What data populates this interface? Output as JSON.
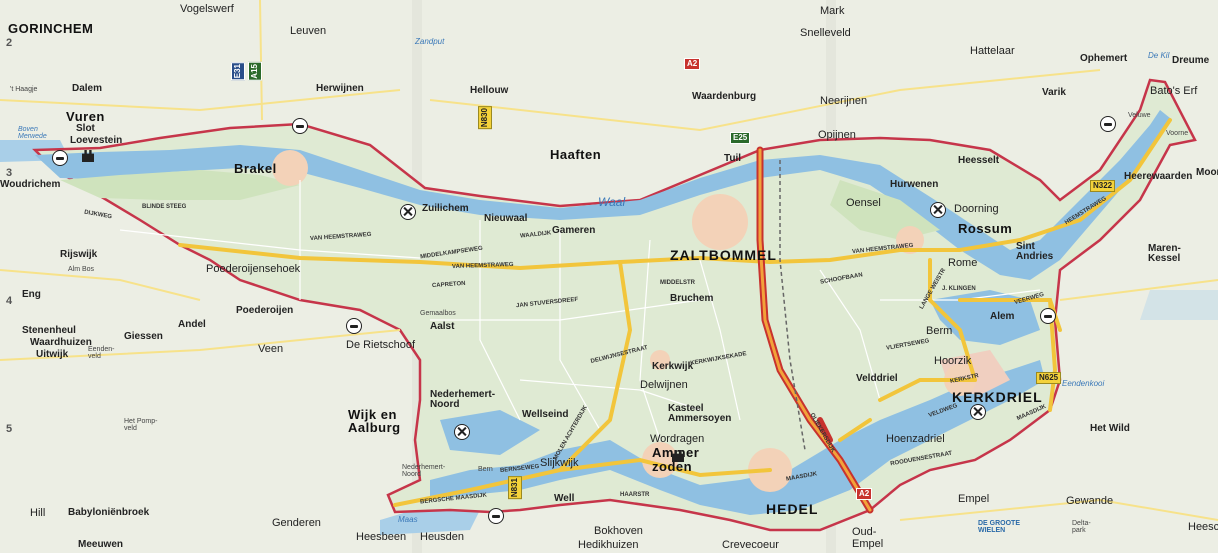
{
  "map": {
    "grid_numbers": [
      "2",
      "3",
      "4",
      "5"
    ],
    "places": {
      "gorinchem": "GORINCHEM",
      "vogelswerf": "Vogelswerf",
      "leuven": "Leuven",
      "zandput": "Zandput",
      "mark": "Mark",
      "snelleveld": "Snelleveld",
      "hattelaar": "Hattelaar",
      "ophemert": "Ophemert",
      "de_kil": "De Kil",
      "dreumel": "Dreume",
      "haagje": "'t Haagje",
      "dalem": "Dalem",
      "herwijnen": "Herwijnen",
      "hellouw": "Hellouw",
      "waardenburg": "Waardenburg",
      "neerijnen": "Neerijnen",
      "varik": "Varik",
      "batos_erf": "Bato's Erf",
      "vuren": "Vuren",
      "opijnen": "Opijnen",
      "veluwe": "Veluwe",
      "voorne": "Voorne",
      "boven_merwede": "Boven\nMerwede",
      "slot": "Slot",
      "loevestein": "Loevestein",
      "brakel": "Brakel",
      "haaften": "Haaften",
      "tuil": "Tuil",
      "heesselt": "Heesselt",
      "moor": "Moor",
      "woudrichem": "Woudrichem",
      "heerewaarden": "Heerewaarden",
      "hurwenen": "Hurwenen",
      "oensel": "Oensel",
      "zuilichem": "Zuilichem",
      "waal": "Waal",
      "nieuwaal": "Nieuwaal",
      "doorning": "Doorning",
      "rossum": "Rossum",
      "gameren": "Gameren",
      "zaltbommel": "ZALTBOMMEL",
      "rijswijk": "Rijswijk",
      "alm_bos": "Alm Bos",
      "poederoijensehoek": "Poederoijensehoek",
      "rome": "Rome",
      "sint_andries": "Sint\nAndries",
      "maren_kessel": "Maren-\nKessel",
      "eng": "Eng",
      "bruchem": "Bruchem",
      "poederoijen": "Poederoijen",
      "andel": "Andel",
      "giessen": "Giessen",
      "aalst": "Aalst",
      "gemaal": "Gemaalbos",
      "stenenheul": "Stenenheul",
      "waardhuizen": "Waardhuizen",
      "uitwijk": "Uitwijk",
      "eendenveld": "Eenden-\nveld",
      "veen": "Veen",
      "de_rietschoof": "De Rietschoof",
      "alem": "Alem",
      "berm": "Berm",
      "kerkwijk": "Kerkwijk",
      "delwijnen": "Delwijnen",
      "hoorzik": "Hoorzik",
      "velddriel": "Velddriel",
      "nederhemert_noord": "Nederhemert-\nNoord",
      "wellseind": "Wellseind",
      "kasteel_ammersoyen": "Kasteel\nAmmersoyen",
      "kerkdriel": "KERKDRIEL",
      "eendenkooi": "Eendenkooi",
      "wijk_en_aalburg": "Wijk en\nAalburg",
      "het_pompveld": "Het Pomp-\nveld",
      "wordragen": "Wordragen",
      "ammerzoden": "Ammer\nzoden",
      "hoenzadriel": "Hoenzadriel",
      "het_wild": "Het Wild",
      "nederhemert_zuid": "Nederhemert-\nNoord",
      "bern": "Bern",
      "slijkwijk": "Slijkwijk",
      "hill": "Hill",
      "babyloenbroek": "Babyloniënbroek",
      "maas": "Maas",
      "well": "Well",
      "hedel": "HEDEL",
      "empel": "Empel",
      "gewande": "Gewande",
      "de_groote_wielen": "DE GROOTE\nWIELEN",
      "delta_park": "Delta-\npark",
      "heesch": "Heesch",
      "genderen": "Genderen",
      "heesbeen": "Heesbeen",
      "heusden": "Heusden",
      "bokhoven": "Bokhoven",
      "hedikhuizen": "Hedikhuizen",
      "crevecoeur": "Crevecoeur",
      "oud_empel": "Oud-\nEmpel",
      "meeuwen": "Meeuwen"
    },
    "roads": {
      "e31": "E31",
      "a15": "A15",
      "n830": "N830",
      "a2": "A2",
      "e25": "E25",
      "a2b": "A2",
      "n322": "N322",
      "n625": "N625",
      "n831": "N831"
    },
    "streets": {
      "van_heemstraweg_1": "VAN HEEMSTRAWEG",
      "van_heemstraweg_2": "VAN HEEMSTRAWEG",
      "van_heemstraweg_3": "VAN HEEMSTRAWEG",
      "heemstraweg_e": "HEEMSTRAWEG",
      "middelkampseweg": "MIDDELKAMPSEWEG",
      "bergsche_maasdijk": "BERGSCHE MAASDIJK",
      "bernseweg": "BERNSEWEG",
      "molenachterdijk": "MOLEN ACHTERDIJK",
      "delwijnsestraat": "DELWIJNSESTRAAT",
      "kerkwijksekade": "KERKWIJKSEKADE",
      "jan_stuversdreef": "JAN STUVERSDREEF",
      "capreton": "CAPRETON",
      "veldweg": "VELDWEG",
      "maasdijk": "MAASDIJK",
      "haarstr": "HAARSTR",
      "oliekersdijk": "OLIEKERSDIJK",
      "middelstr": "MIDDELSTR",
      "schoofbaan": "SCHOOFBAAN",
      "vliertseweg": "VLIERTSEWEG",
      "rodeuensestraat": "ROODUENSESTRAAT",
      "langeweistr": "LANGE WEISTR",
      "j_klingen": "J. KLINGEN",
      "kerkstr": "KERKSTR",
      "veerweg": "VEERWEG",
      "maasdijk_e": "MAASDIJK",
      "blinde_steeg": "BLINDE STEEG",
      "waaldijk": "WAALDIJK",
      "dijkweg": "DIJKWEG"
    }
  }
}
